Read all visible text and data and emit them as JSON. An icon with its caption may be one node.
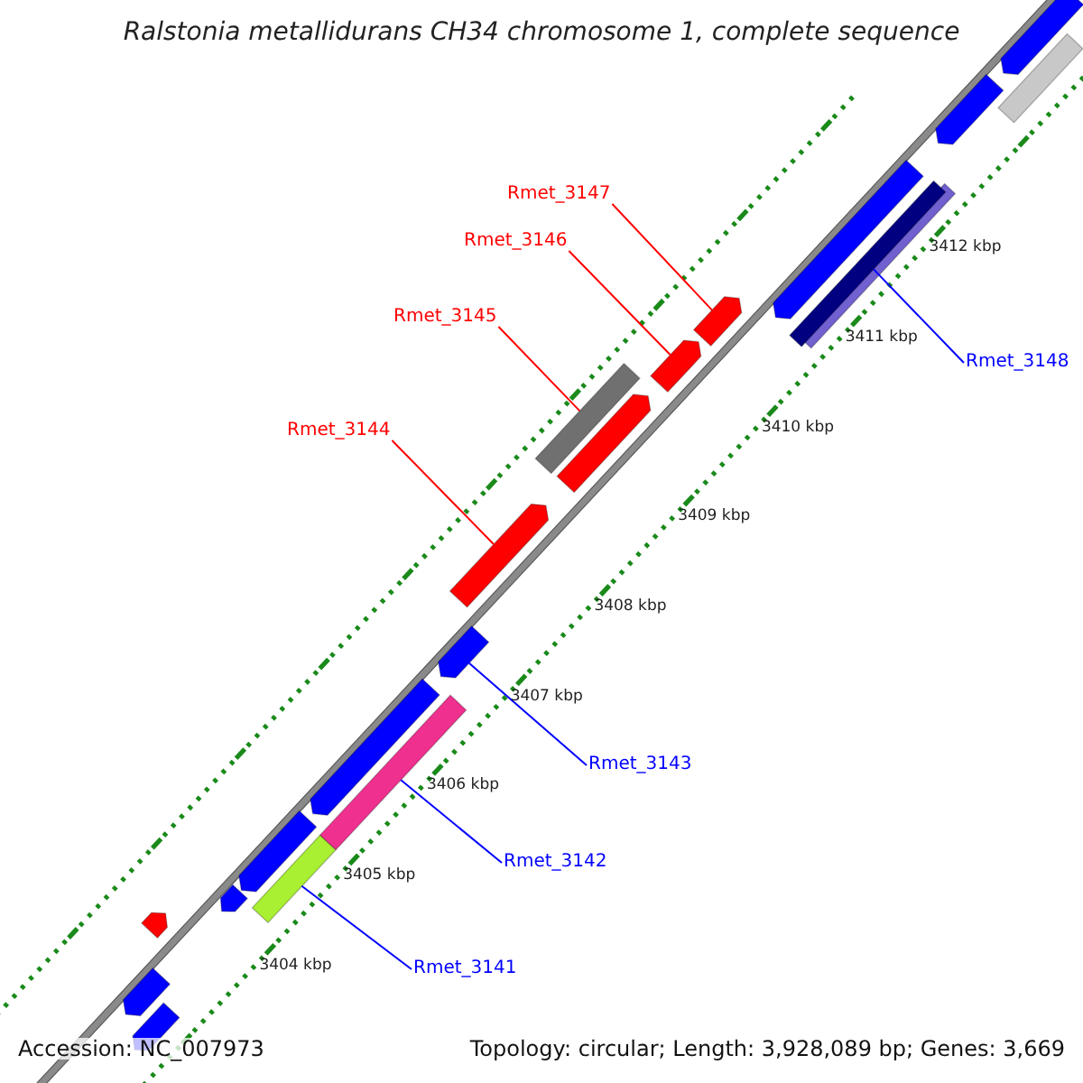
{
  "diagram": {
    "title": "Ralstonia metallidurans CH34 chromosome 1, complete sequence",
    "nodes": [
      {
        "text": [
          "Rmet_3147"
        ]
      },
      {
        "text": [
          "Rmet_3146"
        ]
      },
      {
        "text": [
          "Rmet_3145"
        ]
      },
      {
        "text": [
          "Rmet_3148"
        ]
      },
      {
        "text": [
          "Rmet_3144"
        ]
      },
      {
        "text": [
          "Rmet_3143"
        ]
      },
      {
        "text": [
          "Rmet_3142"
        ]
      },
      {
        "text": [
          "Rmet_3141"
        ]
      },
      {
        "text": [],
        "shape": "arrow"
      },
      {
        "text": [],
        "shape": "bar"
      },
      {
        "text": [],
        "shape": "arrow"
      },
      {
        "text": [],
        "shape": "arrow"
      },
      {
        "text": [],
        "shape": "bar"
      },
      {
        "text": [],
        "shape": "bar"
      },
      {
        "text": [],
        "shape": "arrow"
      },
      {
        "text": [],
        "shape": "arrow"
      },
      {
        "text": [],
        "shape": "bar"
      },
      {
        "text": [],
        "shape": "arrow"
      },
      {
        "text": [],
        "shape": "arrow"
      },
      {
        "text": [],
        "shape": "arrow"
      },
      {
        "text": [],
        "shape": "arrow"
      },
      {
        "text": [],
        "shape": "bar"
      },
      {
        "text": [],
        "shape": "arrow"
      },
      {
        "text": [],
        "shape": "bar"
      },
      {
        "text": [],
        "shape": "arrow"
      },
      {
        "text": [],
        "shape": "arrow"
      },
      {
        "text": [],
        "shape": "arrow"
      },
      {
        "text": [],
        "shape": "arrow"
      }
    ],
    "edges": [
      {
        "from": 0,
        "to": 14,
        "arrow": "none",
        "color": "#ff0000"
      },
      {
        "from": 1,
        "to": 15,
        "arrow": "none",
        "color": "#ff0000"
      },
      {
        "from": 2,
        "to": 16,
        "arrow": "none",
        "color": "#ff0000"
      },
      {
        "from": 3,
        "to": 12,
        "arrow": "none",
        "color": "#0000ff"
      },
      {
        "from": 4,
        "to": 18,
        "arrow": "none",
        "color": "#ff0000"
      },
      {
        "from": 5,
        "to": 19,
        "arrow": "none",
        "color": "#0000ff"
      },
      {
        "from": 6,
        "to": 21,
        "arrow": "none",
        "color": "#0000ff"
      },
      {
        "from": 7,
        "to": 23,
        "arrow": "none",
        "color": "#0000ff"
      }
    ],
    "labels": [
      "3412 kbp",
      "3411 kbp",
      "3410 kbp",
      "3409 kbp",
      "3408 kbp",
      "3407 kbp",
      "3406 kbp",
      "3405 kbp",
      "3404 kbp",
      "Accession: NC_007973",
      "Topology: circular; Length: 3,928,089 bp; Genes: 3,669"
    ]
  }
}
